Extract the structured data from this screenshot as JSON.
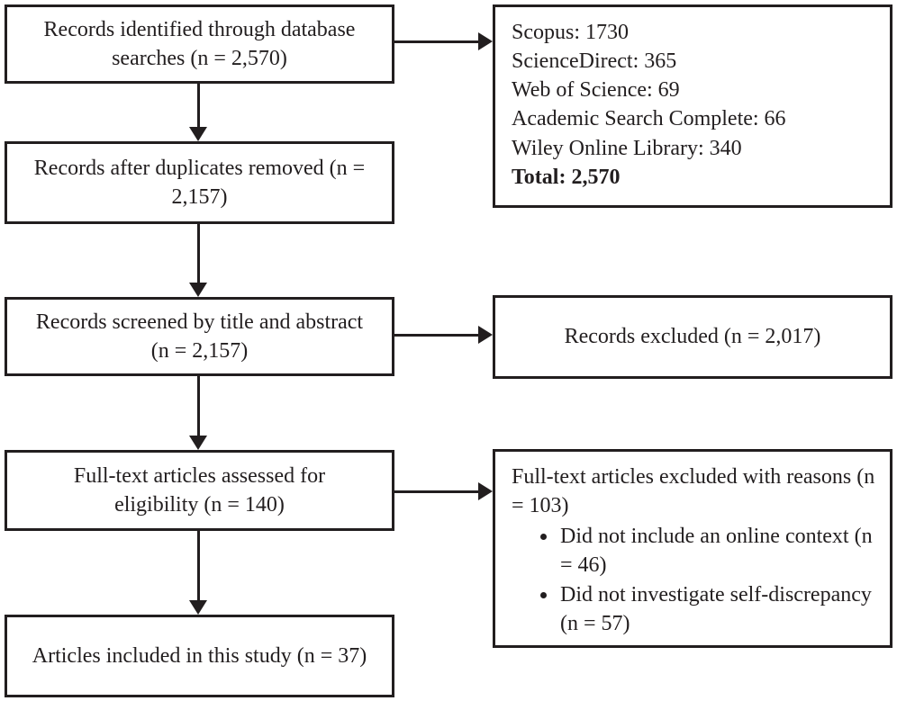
{
  "flowchart": {
    "left_column": [
      {
        "id": "identified",
        "text": "Records identified through database searches (n = 2,570)"
      },
      {
        "id": "duplicates_removed",
        "text": "Records after duplicates removed (n = 2,157)"
      },
      {
        "id": "screened",
        "text": "Records screened by title and abstract (n = 2,157)"
      },
      {
        "id": "fulltext_assessed",
        "text": "Full-text articles assessed for eligibility (n = 140)"
      },
      {
        "id": "included",
        "text": "Articles included in this study (n = 37)"
      }
    ],
    "right_column": {
      "database_breakdown": {
        "lines": [
          "Scopus: 1730",
          "ScienceDirect: 365",
          "Web of Science: 69",
          "Academic Search Complete: 66",
          "Wiley Online Library: 340"
        ],
        "total": "Total: 2,570"
      },
      "records_excluded": {
        "text": "Records excluded (n = 2,017)"
      },
      "fulltext_excluded": {
        "intro": "Full-text articles excluded with reasons (n = 103)",
        "bullets": [
          "Did not include an online context (n = 46)",
          "Did not investigate self-discrepancy (n = 57)"
        ]
      }
    },
    "colors": {
      "line": "#221e1f",
      "text": "#221e1f",
      "background": "#ffffff"
    }
  }
}
